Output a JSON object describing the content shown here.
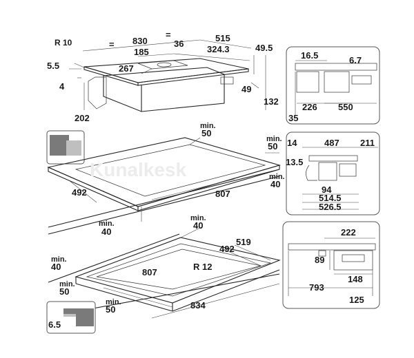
{
  "watermark": "Kunalkesk",
  "hob_top": {
    "width": "830",
    "depth": "515",
    "radius_corner": "R 10",
    "edge_thickness": "5.5",
    "frame_height": "4",
    "eq_mark_left": "=",
    "eq_mark_right": "=",
    "vent_offset": "185",
    "vent_width": "36",
    "vent_depth": "324.3",
    "rear_gap": "49.5",
    "vent_front": "267",
    "height_total": "132",
    "body_height": "49",
    "body_depth": "202"
  },
  "side_panel": {
    "top_width": "16.5",
    "top_depth": "6.7",
    "depth_a": "226",
    "depth_b": "550",
    "height": "35"
  },
  "cutout": {
    "min_rear": "min.\n50",
    "min_side_right": "min.\n50",
    "min_side_right_2": "min.\n40",
    "depth": "492",
    "width": "807",
    "min_front": "min.\n40"
  },
  "duct_panel": {
    "d1": "14",
    "d2": "487",
    "d3": "211",
    "d4": "13.5",
    "d5": "94",
    "d6": "514.5",
    "d7": "526.5"
  },
  "flush": {
    "min_top": "min.\n40",
    "depth_outer": "519",
    "depth_inner": "492",
    "radius": "R 12",
    "width_inner": "807",
    "width_outer": "834",
    "min_left_1": "min.\n40",
    "min_left_2": "min.\n50",
    "min_front": "min.\n50",
    "rebate": "6.5"
  },
  "bottom_panel": {
    "d1": "222",
    "d2": "89",
    "d3": "148",
    "d4": "793",
    "d5": "125"
  }
}
